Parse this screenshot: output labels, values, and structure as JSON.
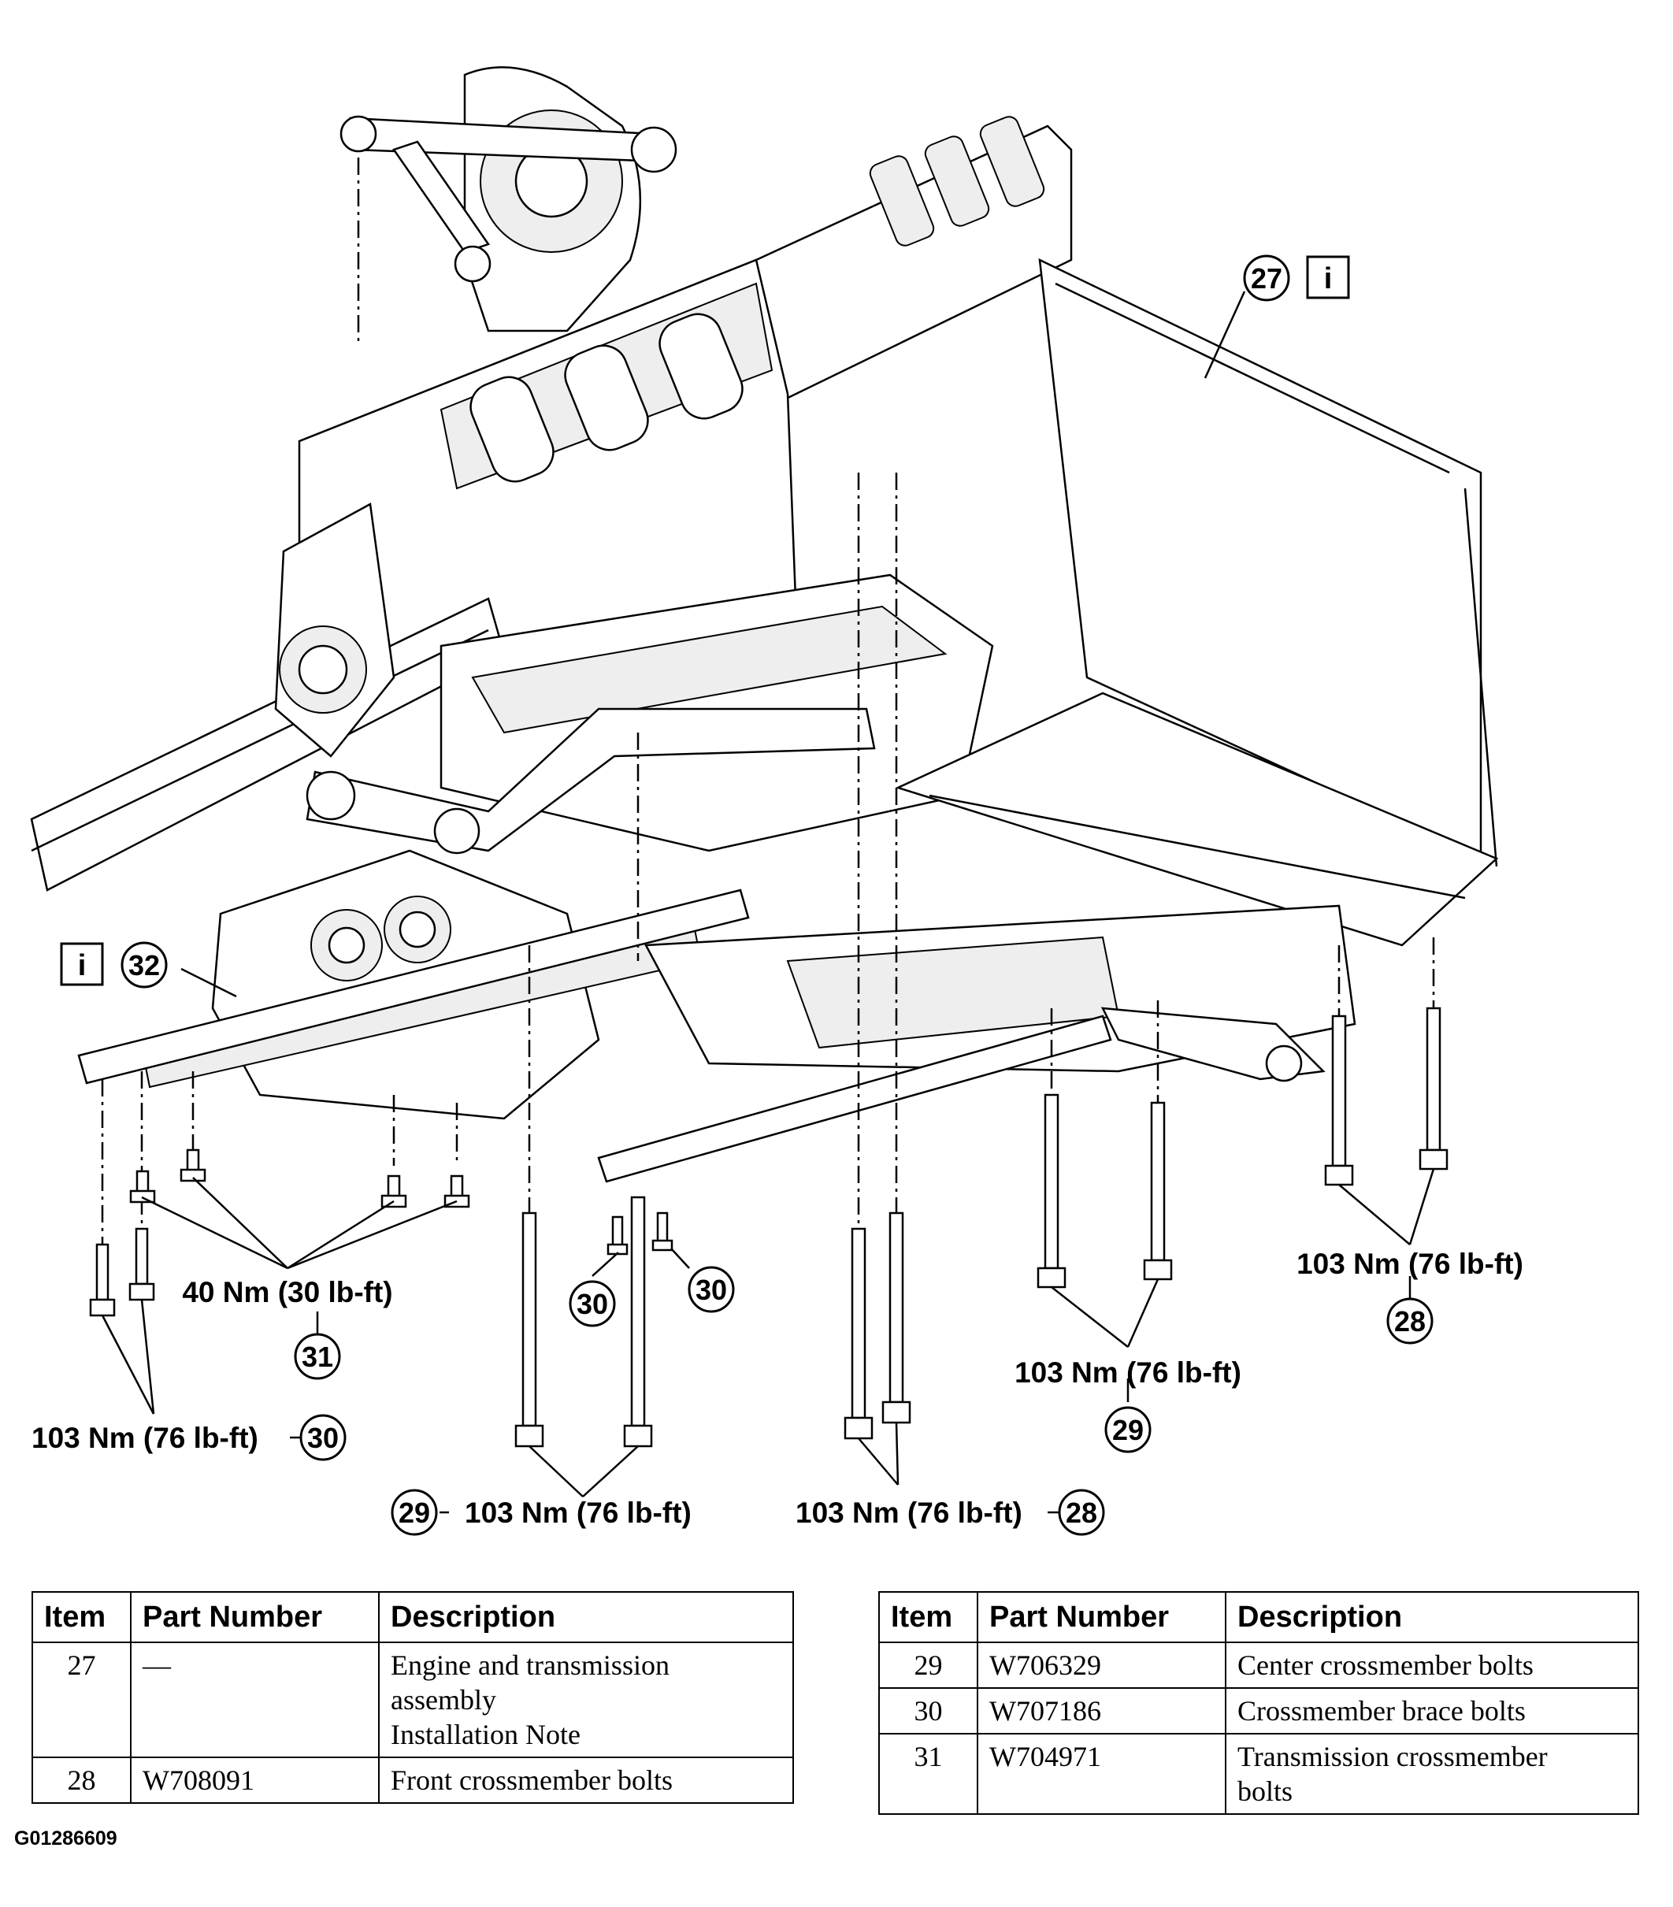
{
  "diagram": {
    "callouts": {
      "c27": "27",
      "c32": "32",
      "c30a": "30",
      "c30b": "30",
      "c30c": "30",
      "c31": "31",
      "c28a": "28",
      "c28b": "28",
      "c29a": "29",
      "c29b": "29",
      "info": "i"
    },
    "torque_labels": {
      "t31": "40 Nm (30 lb-ft)",
      "t30": "103 Nm (76 lb-ft)",
      "t29_left": "103 Nm (76 lb-ft)",
      "t28_bottom": "103 Nm (76 lb-ft)",
      "t29_right": "103 Nm (76 lb-ft)",
      "t28_right": "103 Nm (76 lb-ft)"
    }
  },
  "table_left": {
    "headers": [
      "Item",
      "Part Number",
      "Description"
    ],
    "rows": [
      {
        "item": "27",
        "part": "—",
        "desc": [
          "Engine and transmission",
          "assembly",
          "Installation Note"
        ]
      },
      {
        "item": "28",
        "part": "W708091",
        "desc": [
          "Front crossmember bolts"
        ]
      }
    ]
  },
  "table_right": {
    "headers": [
      "Item",
      "Part Number",
      "Description"
    ],
    "rows": [
      {
        "item": "29",
        "part": "W706329",
        "desc": [
          "Center crossmember bolts"
        ]
      },
      {
        "item": "30",
        "part": "W707186",
        "desc": [
          "Crossmember brace bolts"
        ]
      },
      {
        "item": "31",
        "part": "W704971",
        "desc": [
          "Transmission crossmember",
          "bolts"
        ]
      }
    ]
  },
  "figure_id": "G01286609"
}
